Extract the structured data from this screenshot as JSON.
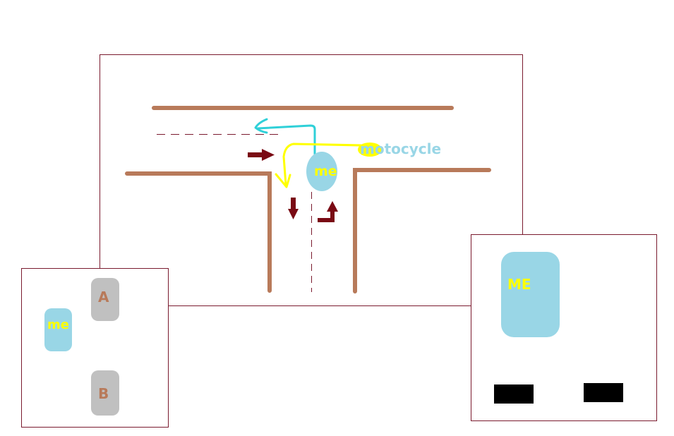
{
  "labels": {
    "me_main": "me",
    "motorcycle": "motocycle",
    "me_left_inset": "me",
    "car_a": "A",
    "car_b": "B",
    "me_right_inset": "ME"
  },
  "colors": {
    "background": "#ffffff",
    "frame_border": "#7a1a2e",
    "road": "#b87a5a",
    "lane_dash": "#7a1a2e",
    "direction_arrow": "#7a0a14",
    "cyan_path": "#2fd0d8",
    "yellow_path": "#ffff00",
    "me_vehicle": "#99d6e6",
    "other_vehicle": "#c0c0c0",
    "motorcycle_label": "#99d6e6",
    "me_label": "#ffff00",
    "other_label": "#b87a5a",
    "black_block": "#000000"
  }
}
